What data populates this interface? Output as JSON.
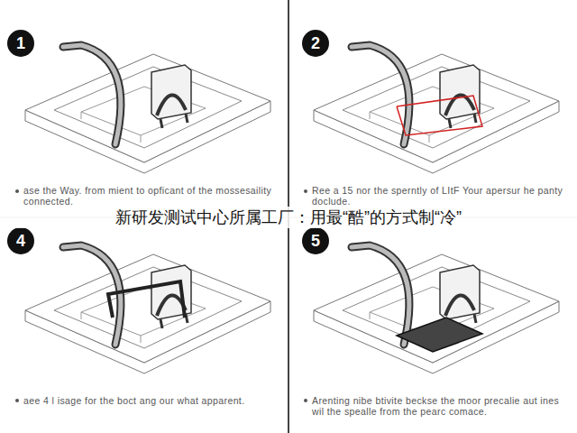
{
  "diagram": {
    "title": "新研发测试中心所属工厂：用最“酷”的方式制“冷”",
    "nodes": [
      {
        "text": [
          "1"
        ]
      },
      {
        "text": [
          "2"
        ]
      },
      {
        "text": [
          "4"
        ]
      },
      {
        "text": [
          "5"
        ]
      }
    ],
    "labels": [
      "ase the Way. from mient to opficant of the mossesaility connected.",
      "Ree a 15 nor the sperntly of LItF Your apersur he panty doclude.",
      "aee 4 l isage for the boct ang our what apparent.",
      "Arenting nibe btivite beckse the moor precalie aut ines wil the spealle from the pearc comace."
    ]
  }
}
